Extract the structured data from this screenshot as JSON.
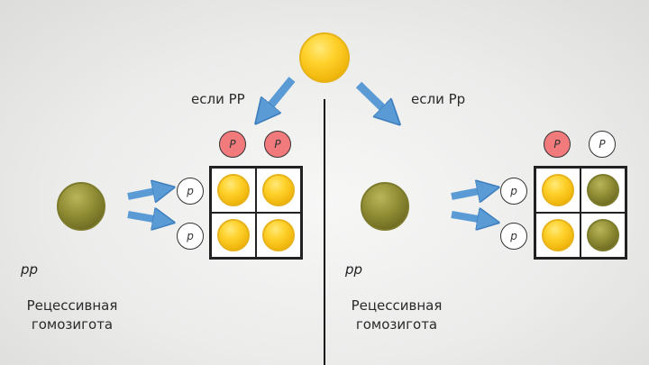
{
  "labels": {
    "left": "если PP",
    "right": "если Pp"
  },
  "left": {
    "gametes_top": [
      "P",
      "P"
    ],
    "gametes_side": [
      "p",
      "p"
    ],
    "genotype": "pp",
    "description_line1": "Рецессивная",
    "description_line2": "гомозигота",
    "offspring": [
      "yellow",
      "yellow",
      "yellow",
      "yellow"
    ]
  },
  "right": {
    "gametes_top": [
      "P",
      "P"
    ],
    "gametes_side": [
      "p",
      "p"
    ],
    "genotype": "pp",
    "description_line1": "Рецессивная",
    "description_line2": "гомозигота",
    "offspring": [
      "yellow",
      "green",
      "yellow",
      "green"
    ]
  },
  "colors": {
    "yellow_pea": "#ffd22d",
    "green_pea": "#8f8c34",
    "dominant_allele": "#f07a7c",
    "arrow": "#5b9bd5"
  }
}
